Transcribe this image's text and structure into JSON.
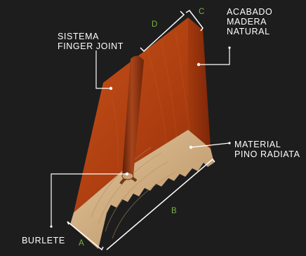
{
  "labels": {
    "acabado": "ACABADO\nMADERA\nNATURAL",
    "sistema": "SISTEMA\nFINGER JOINT",
    "material": "MATERIAL\nPINO RADIATA",
    "burlete": "BURLETE"
  },
  "dimensions": {
    "a": "A",
    "b": "B",
    "c": "C",
    "d": "D"
  },
  "colors": {
    "background": "#1d1d1d",
    "wood_finish": "#b2410f",
    "raw_pine": "#c7a57e",
    "dimension_letters": "#7cb342",
    "callout_lines": "#ffffff"
  }
}
